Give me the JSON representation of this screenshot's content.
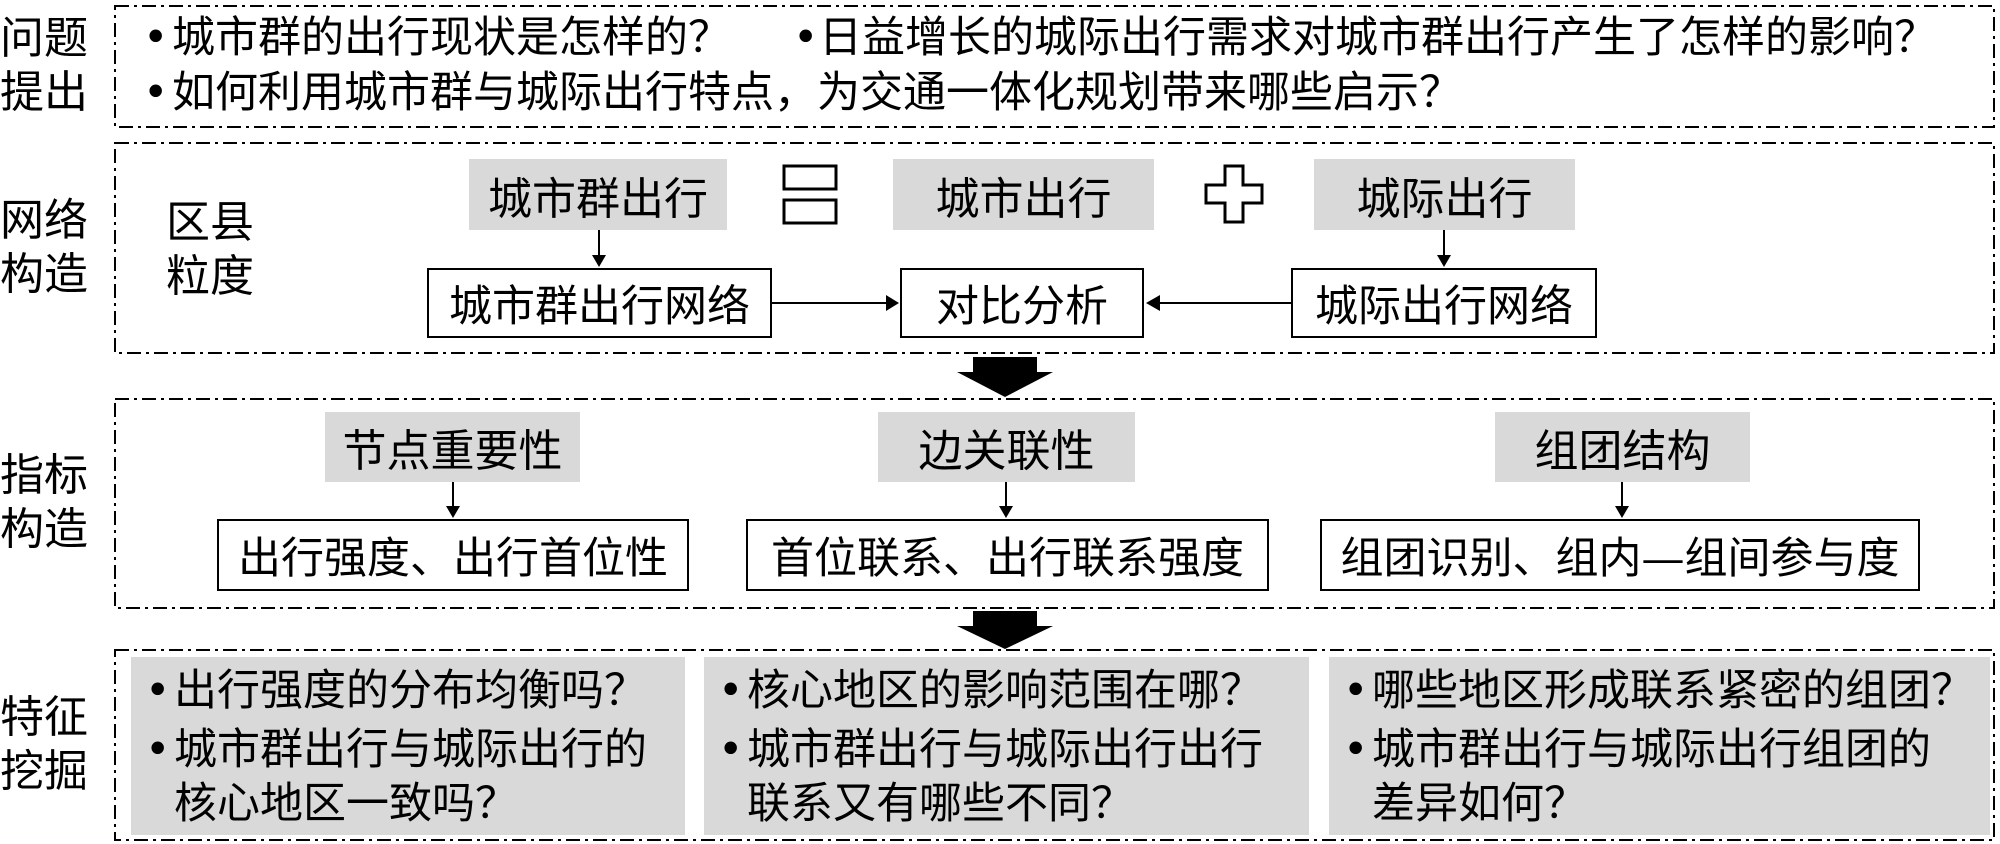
{
  "colors": {
    "panel_fill": "#d9d9d9",
    "stroke": "#000000",
    "background": "#ffffff"
  },
  "bullet": "•",
  "icons": {
    "equals": "equals-icon",
    "plus": "plus-icon",
    "connector": "arrow-icon",
    "flow": "flow-arrow-down-icon"
  },
  "stage_labels": [
    {
      "line1": "问题",
      "line2": "提出"
    },
    {
      "line1": "网络",
      "line2": "构造"
    },
    {
      "line1": "指标",
      "line2": "构造"
    },
    {
      "line1": "特征",
      "line2": "挖掘"
    }
  ],
  "problem": {
    "questions": [
      "城市群的出行现状是怎样的？",
      "日益增长的城际出行需求对城市群出行产生了怎样的影响？",
      "如何利用城市群与城际出行特点，为交通一体化规划带来哪些启示？"
    ]
  },
  "network": {
    "granularity": {
      "line1": "区县",
      "line2": "粒度"
    },
    "travel_types": {
      "urban_agglomeration": "城市群出行",
      "intra_city": "城市出行",
      "inter_city": "城际出行"
    },
    "networks": {
      "urban_agglomeration": "城市群出行网络",
      "inter_city": "城际出行网络"
    },
    "comparison": "对比分析"
  },
  "indicators": {
    "categories": [
      "节点重要性",
      "边关联性",
      "组团结构"
    ],
    "metrics": [
      "出行强度、出行首位性",
      "首位联系、出行联系强度",
      "组团识别、组内—组间参与度"
    ]
  },
  "features": {
    "panels": [
      {
        "q1": "出行强度的分布均衡吗？",
        "q2": [
          "城市群出行与城际出行的",
          "核心地区一致吗？"
        ]
      },
      {
        "q1": "核心地区的影响范围在哪？",
        "q2": [
          "城市群出行与城际出行出行",
          "联系又有哪些不同？"
        ]
      },
      {
        "q1": "哪些地区形成联系紧密的组团？",
        "q2": [
          "城市群出行与城际出行组团的",
          "差异如何？"
        ]
      }
    ]
  }
}
